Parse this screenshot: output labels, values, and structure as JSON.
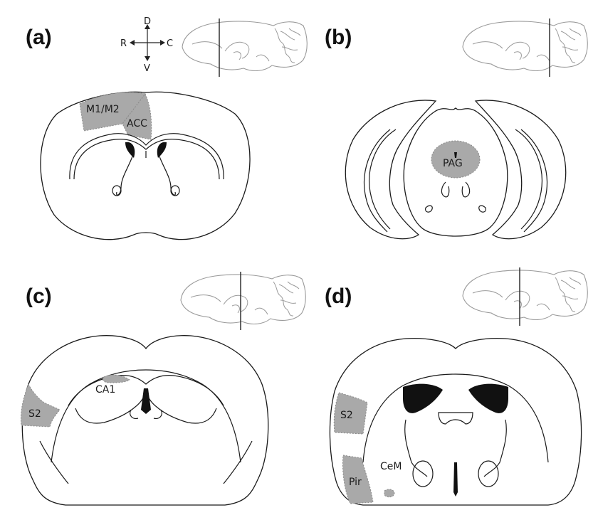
{
  "panels": [
    {
      "label": "(a)",
      "regions": [
        "M1/M2",
        "ACC"
      ]
    },
    {
      "label": "(b)",
      "regions": [
        "PAG"
      ]
    },
    {
      "label": "(c)",
      "regions": [
        "CA1",
        "S2"
      ]
    },
    {
      "label": "(d)",
      "regions": [
        "S2",
        "CeM",
        "Pir"
      ]
    }
  ],
  "orientation": {
    "dorsal": "D",
    "ventral": "V",
    "rostral": "R",
    "caudal": "C"
  },
  "colors": {
    "region_fill": "#a9a9a9",
    "outline": "#1a1a1a",
    "sagittal_outline": "#9a9a9a"
  }
}
